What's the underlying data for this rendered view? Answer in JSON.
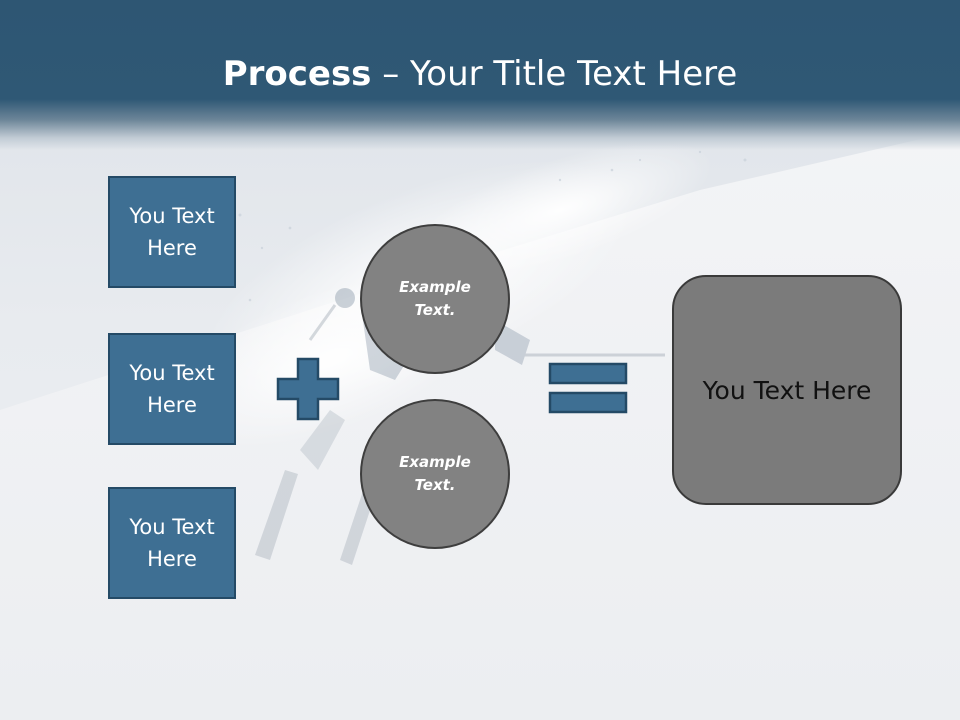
{
  "title": {
    "strong": "Process",
    "rest": " – Your Title Text Here"
  },
  "inputs": [
    {
      "label": "You Text Here"
    },
    {
      "label": "You Text Here"
    },
    {
      "label": "You Text Here"
    }
  ],
  "examples": [
    {
      "label": "Example Text."
    },
    {
      "label": "Example Text."
    }
  ],
  "result": {
    "label": "You Text Here"
  },
  "colors": {
    "header": "#2f5875",
    "box_fill": "#3e6f93",
    "box_border": "#244a66",
    "circle_fill": "#828282",
    "result_fill": "#7b7b7b"
  },
  "icons": {
    "plus": "plus-icon",
    "equals": "equals-icon"
  }
}
